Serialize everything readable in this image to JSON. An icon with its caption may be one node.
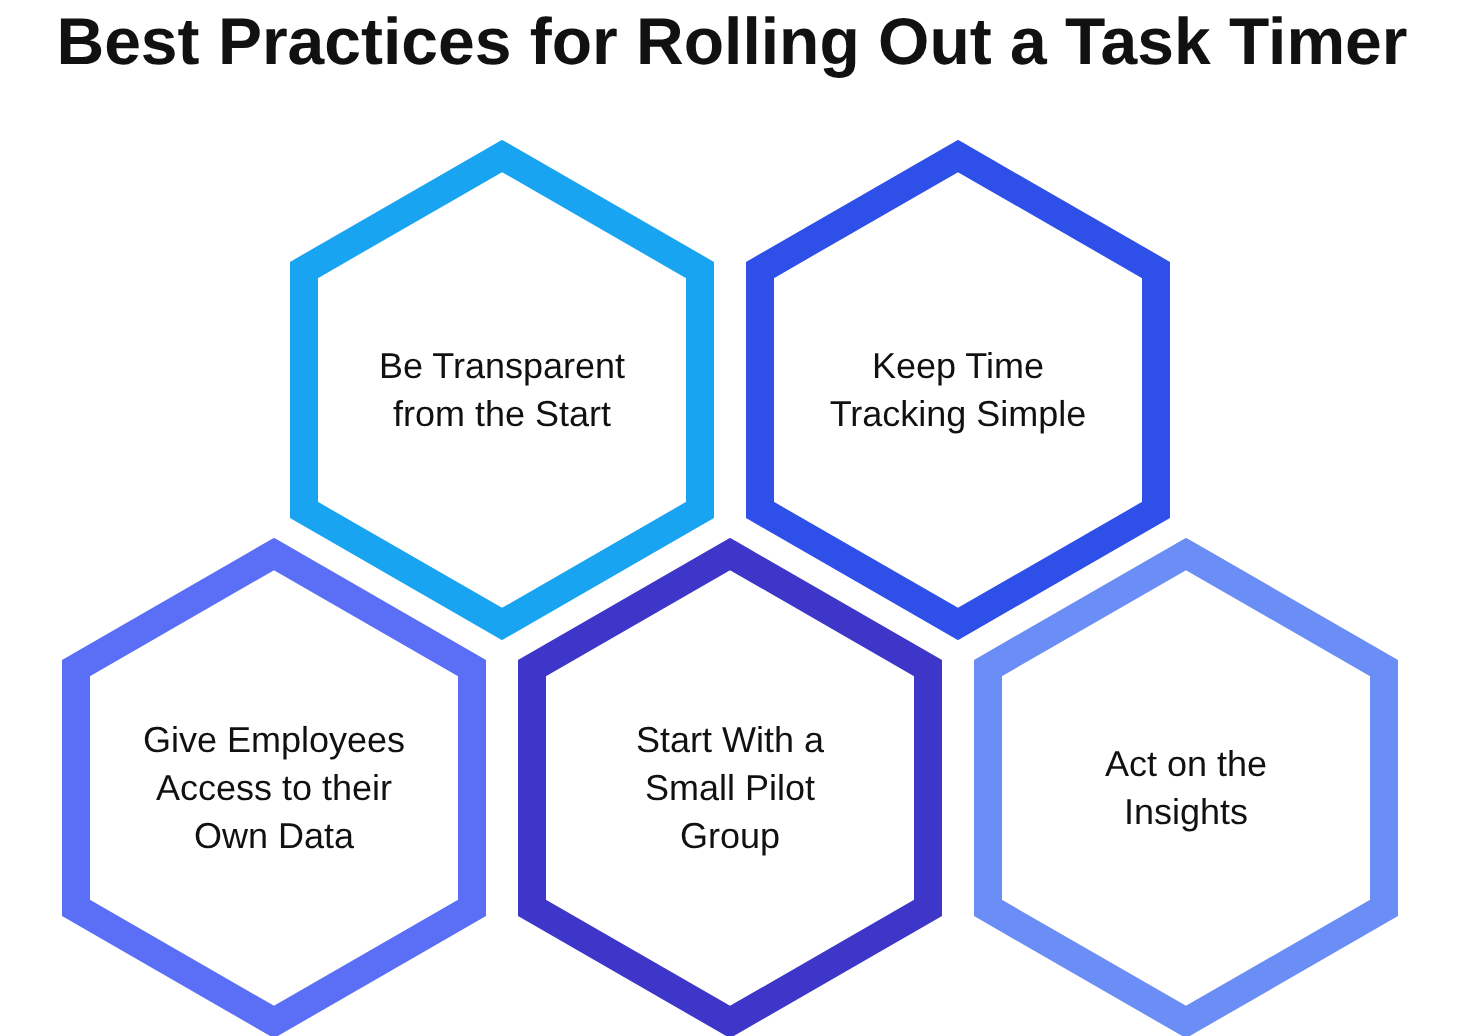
{
  "diagram": {
    "title": "Best Practices for Rolling Out a Task Timer",
    "nodes": [
      {
        "text": [
          "Be Transparent from the Start"
        ]
      },
      {
        "text": [
          "Keep Time Tracking Simple"
        ]
      },
      {
        "text": [
          "Give Employees Access to their Own Data"
        ]
      },
      {
        "text": [
          "Start With a Small Pilot Group"
        ]
      },
      {
        "text": [
          "Act on the Insights"
        ]
      }
    ]
  }
}
